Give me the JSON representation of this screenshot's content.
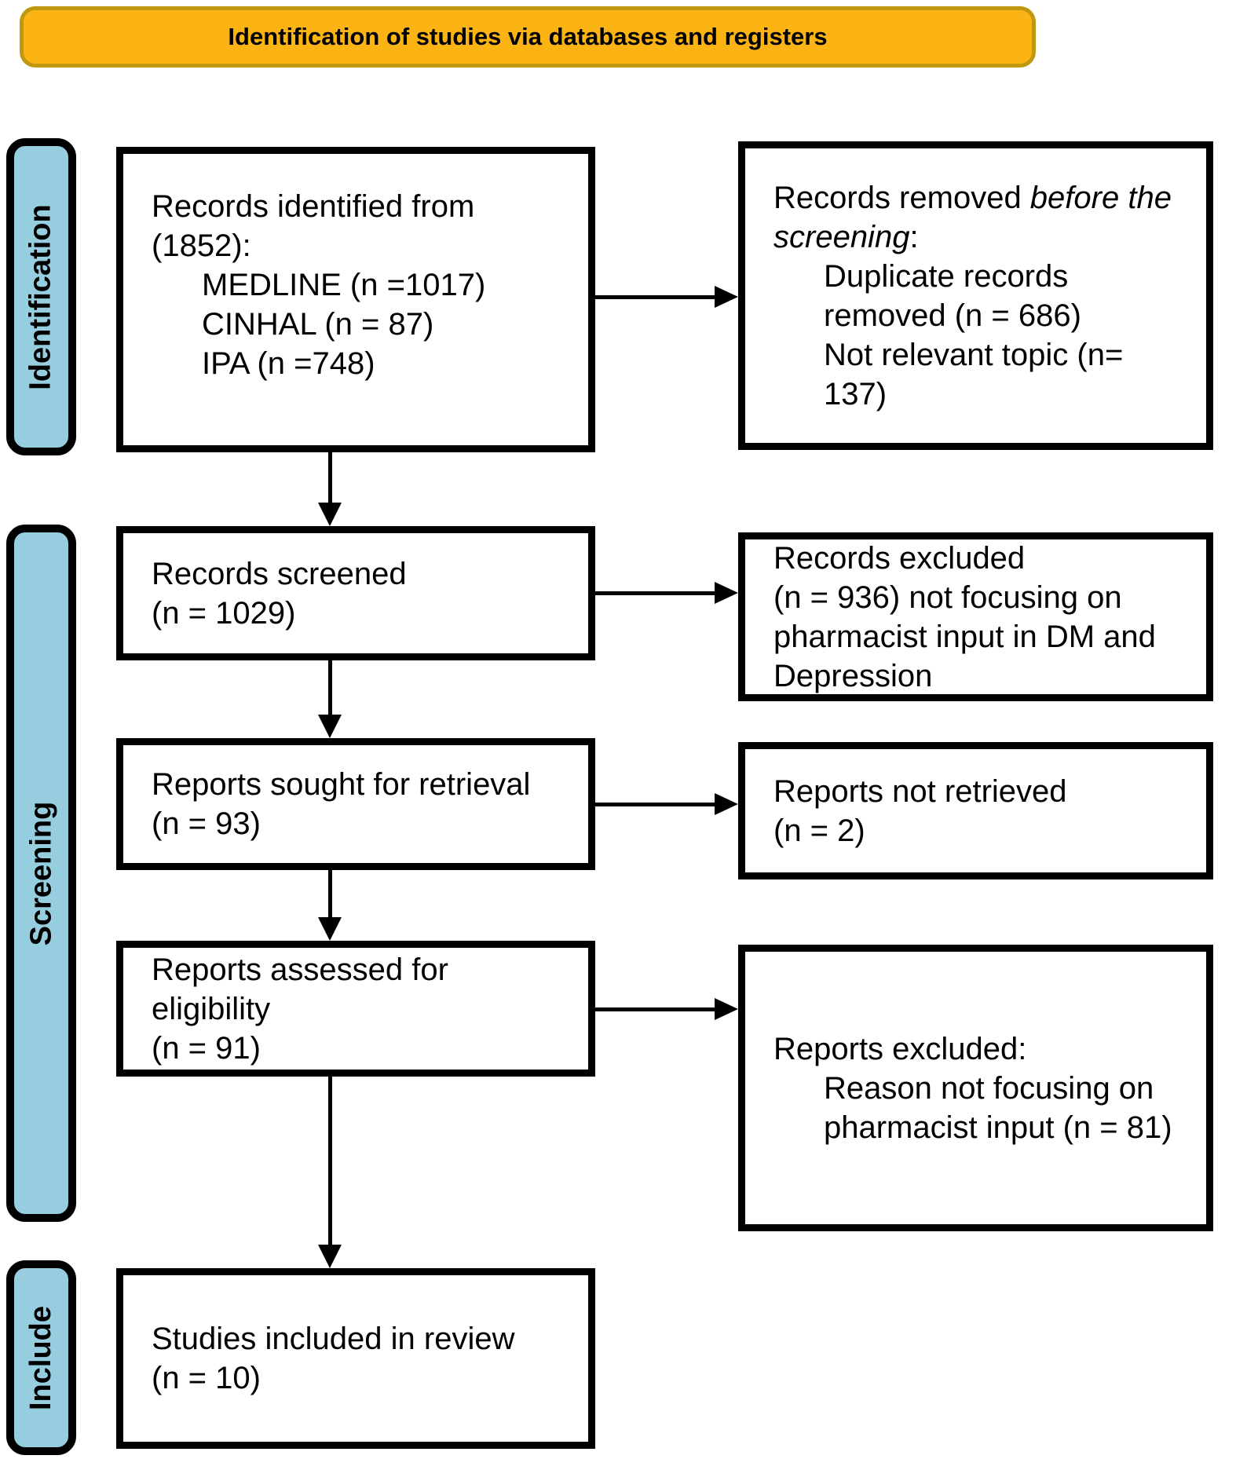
{
  "banner": {
    "title": "Identification of studies via databases and registers"
  },
  "colors": {
    "banner_fill": "#FCB415",
    "banner_border": "#C0980F",
    "stage_fill": "#97CEDF",
    "box_border": "#000000"
  },
  "stages": [
    {
      "id": "identification",
      "label": "Identification"
    },
    {
      "id": "screening",
      "label": "Screening"
    },
    {
      "id": "include",
      "label": "Include"
    }
  ],
  "boxes": {
    "records_identified": {
      "lines": [
        {
          "indent": 0,
          "parts": [
            {
              "text": "Records identified from"
            }
          ]
        },
        {
          "indent": 0,
          "parts": [
            {
              "text": "(1852):"
            }
          ]
        },
        {
          "indent": 1,
          "parts": [
            {
              "text": "MEDLINE (n =1017)"
            }
          ]
        },
        {
          "indent": 1,
          "parts": [
            {
              "text": "CINHAL (n = 87)"
            }
          ]
        },
        {
          "indent": 1,
          "parts": [
            {
              "text": "IPA (n =748)"
            }
          ]
        }
      ]
    },
    "records_removed": {
      "lines": [
        {
          "indent": 0,
          "parts": [
            {
              "text": "Records removed "
            },
            {
              "text": "before the",
              "italic": true
            }
          ]
        },
        {
          "indent": 0,
          "parts": [
            {
              "text": "screening",
              "italic": true
            },
            {
              "text": ":"
            }
          ]
        },
        {
          "indent": 1,
          "parts": [
            {
              "text": "Duplicate records"
            }
          ]
        },
        {
          "indent": 1,
          "parts": [
            {
              "text": "removed (n = 686)"
            }
          ]
        },
        {
          "indent": 1,
          "parts": [
            {
              "text": "Not relevant topic (n="
            }
          ]
        },
        {
          "indent": 1,
          "parts": [
            {
              "text": "137)"
            }
          ]
        }
      ]
    },
    "records_screened": {
      "lines": [
        {
          "indent": 0,
          "parts": [
            {
              "text": "Records screened"
            }
          ]
        },
        {
          "indent": 0,
          "parts": [
            {
              "text": "(n = 1029)"
            }
          ]
        }
      ]
    },
    "records_excluded": {
      "lines": [
        {
          "indent": 0,
          "parts": [
            {
              "text": "Records excluded"
            }
          ]
        },
        {
          "indent": 0,
          "parts": [
            {
              "text": "(n = 936) not focusing on"
            }
          ]
        },
        {
          "indent": 0,
          "parts": [
            {
              "text": "pharmacist input in DM and"
            }
          ]
        },
        {
          "indent": 0,
          "parts": [
            {
              "text": "Depression"
            }
          ]
        }
      ]
    },
    "reports_sought": {
      "lines": [
        {
          "indent": 0,
          "parts": [
            {
              "text": "Reports sought for retrieval"
            }
          ]
        },
        {
          "indent": 0,
          "parts": [
            {
              "text": "(n = 93)"
            }
          ]
        }
      ]
    },
    "reports_not_retrieved": {
      "lines": [
        {
          "indent": 0,
          "parts": [
            {
              "text": "Reports not retrieved"
            }
          ]
        },
        {
          "indent": 0,
          "parts": [
            {
              "text": "(n = 2)"
            }
          ]
        }
      ]
    },
    "reports_assessed": {
      "lines": [
        {
          "indent": 0,
          "parts": [
            {
              "text": "Reports assessed for"
            }
          ]
        },
        {
          "indent": 0,
          "parts": [
            {
              "text": "eligibility"
            }
          ]
        },
        {
          "indent": 0,
          "parts": [
            {
              "text": "(n = 91)"
            }
          ]
        }
      ]
    },
    "reports_excluded": {
      "lines": [
        {
          "indent": 0,
          "parts": [
            {
              "text": "Reports excluded:"
            }
          ]
        },
        {
          "indent": 1,
          "parts": [
            {
              "text": "Reason not focusing on"
            }
          ]
        },
        {
          "indent": 1,
          "parts": [
            {
              "text": "pharmacist input (n = 81)"
            }
          ]
        }
      ]
    },
    "studies_included": {
      "lines": [
        {
          "indent": 0,
          "parts": [
            {
              "text": "Studies included in review"
            }
          ]
        },
        {
          "indent": 0,
          "parts": [
            {
              "text": "(n = 10)"
            }
          ]
        }
      ]
    }
  }
}
